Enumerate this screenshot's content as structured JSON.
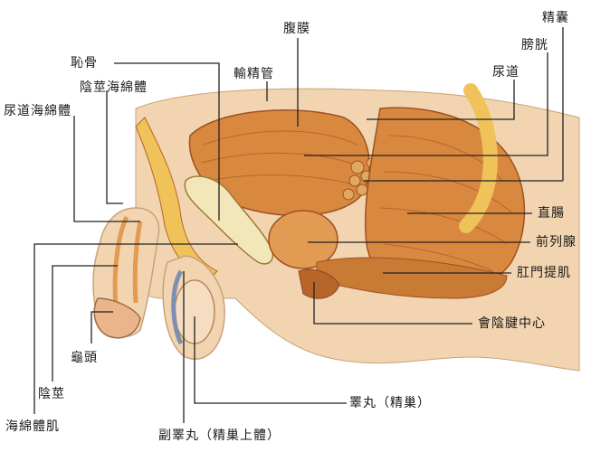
{
  "labels": {
    "pubis": "恥骨",
    "corpus_spongiosum_penis": "陰莖海綿體",
    "corpus_spongiosum_urethra": "尿道海綿體",
    "vas_deferens": "輸精管",
    "peritoneum": "腹膜",
    "seminal_vesicle": "精囊",
    "bladder": "膀胱",
    "urethra": "尿道",
    "rectum": "直腸",
    "prostate": "前列腺",
    "levator_ani": "肛門提肌",
    "perineal_center": "會陰腱中心",
    "glans": "龜頭",
    "penis": "陰莖",
    "bulbospongiosus": "海綿體肌",
    "epididymis": "副睪丸（精巢上體）",
    "testis": "睪丸（精巢）"
  },
  "colors": {
    "skin": "#f2d4b0",
    "muscle": "#d9893f",
    "muscle_dark": "#b8652a",
    "bone": "#f3e6b8",
    "fat": "#f0c25a",
    "line": "#222222"
  }
}
